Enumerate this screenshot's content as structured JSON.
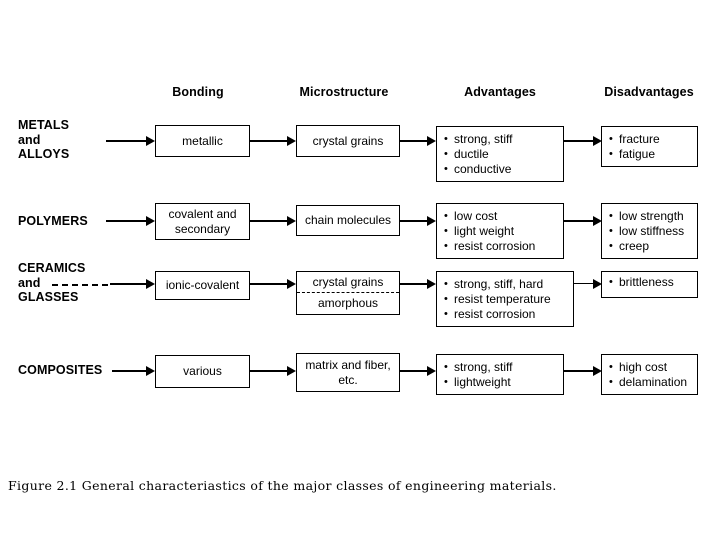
{
  "figure": {
    "caption": "Figure 2.1 General characteriastics of the major classes of engineering materials.",
    "headers": [
      {
        "id": "bonding",
        "label": "Bonding"
      },
      {
        "id": "microstructure",
        "label": "Microstructure"
      },
      {
        "id": "advantages",
        "label": "Advantages"
      },
      {
        "id": "disadvantages",
        "label": "Disadvantages"
      }
    ],
    "rows": [
      {
        "id": "metals-and-alloys",
        "label_lines": [
          "METALS",
          "and",
          "ALLOYS"
        ],
        "bonding": "metallic",
        "microstructure": "crystal grains",
        "advantages": [
          "strong, stiff",
          "ductile",
          "conductive"
        ],
        "disadvantages": [
          "fracture",
          "fatigue"
        ]
      },
      {
        "id": "polymers",
        "label_lines": [
          "POLYMERS"
        ],
        "bonding": "covalent and\nsecondary",
        "microstructure": "chain molecules",
        "advantages": [
          "low cost",
          "light weight",
          "resist corrosion"
        ],
        "disadvantages": [
          "low strength",
          "low stiffness",
          "creep"
        ]
      },
      {
        "id": "ceramics-and-glasses",
        "label_lines": [
          "CERAMICS",
          "and",
          "GLASSES"
        ],
        "bonding": "ionic-covalent",
        "microstructure_top": "crystal grains",
        "microstructure_bottom": "amorphous",
        "advantages": [
          "strong, stiff, hard",
          "resist temperature",
          "resist corrosion"
        ],
        "disadvantages": [
          "brittleness"
        ]
      },
      {
        "id": "composites",
        "label_lines": [
          "COMPOSITES"
        ],
        "bonding": "various",
        "microstructure": "matrix and fiber,\netc.",
        "advantages": [
          "strong, stiff",
          "lightweight"
        ],
        "disadvantages": [
          "high cost",
          "delamination"
        ]
      }
    ],
    "colors": {
      "background": "#ffffff",
      "ink": "#000000",
      "box_border": "#000000"
    }
  }
}
